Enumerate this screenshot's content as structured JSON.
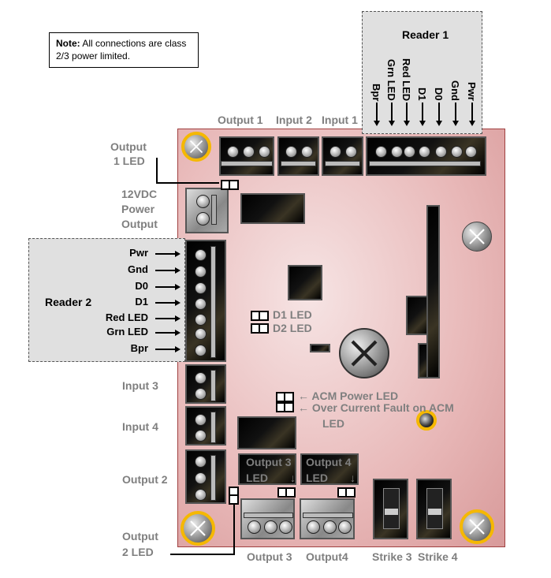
{
  "note": {
    "label": "Note:",
    "text": "All connections are class 2/3 power limited."
  },
  "reader1": {
    "title": "Reader 1",
    "pins": [
      "Bpr",
      "Grn LED",
      "Red LED",
      "D1",
      "D0",
      "Gnd",
      "Pwr"
    ]
  },
  "reader2": {
    "title": "Reader 2",
    "pins": [
      "Pwr",
      "Gnd",
      "D0",
      "D1",
      "Red LED",
      "Grn LED",
      "Bpr"
    ]
  },
  "labels": {
    "output1": "Output 1",
    "input2": "Input 2",
    "input1": "Input 1",
    "output1_led": [
      "Output",
      "1 LED"
    ],
    "power": [
      "12VDC",
      "Power",
      "Output"
    ],
    "input3": "Input 3",
    "input4": "Input 4",
    "output2": "Output 2",
    "output2_led": [
      "Output",
      "2 LED"
    ],
    "d1_led": "D1 LED",
    "d2_led": "D2 LED",
    "acm_power_led": "ACM Power LED",
    "over_current_led": [
      "Over Current Fault on ACM",
      "LED"
    ],
    "output3_led": [
      "Output 3",
      "LED"
    ],
    "output4_led": [
      "Output 4",
      "LED"
    ],
    "output3": "Output 3",
    "output4": "Output4",
    "strike3": "Strike 3",
    "strike4": "Strike 4"
  },
  "colors": {
    "board": "#e8b8b8",
    "screw_ring": "#f5b800",
    "label": "#7f7f7f"
  }
}
